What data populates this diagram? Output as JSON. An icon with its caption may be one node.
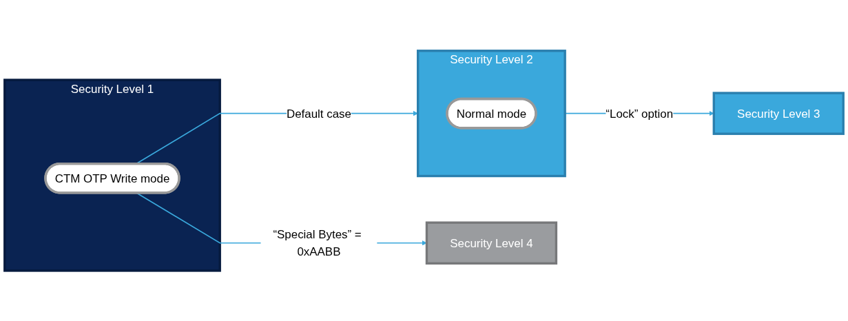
{
  "diagram": {
    "nodes": [
      {
        "text": [
          "Security Level 1"
        ]
      },
      {
        "text": [
          "CTM OTP Write mode"
        ],
        "in": 0
      },
      {
        "text": [
          "Security Level 2"
        ]
      },
      {
        "text": [
          "Normal mode"
        ],
        "in": 2
      },
      {
        "text": [
          "Security Level 3"
        ]
      },
      {
        "text": [
          "Security Level 4"
        ]
      }
    ],
    "edges": [
      {
        "from": 1,
        "to": 2,
        "arrow": "to",
        "label": "Default case"
      },
      {
        "from": 2,
        "to": 4,
        "arrow": "to",
        "label": "“Lock” option"
      },
      {
        "from": 1,
        "to": 5,
        "arrow": "to",
        "label": "“Special Bytes” = 0xAABB"
      }
    ]
  }
}
